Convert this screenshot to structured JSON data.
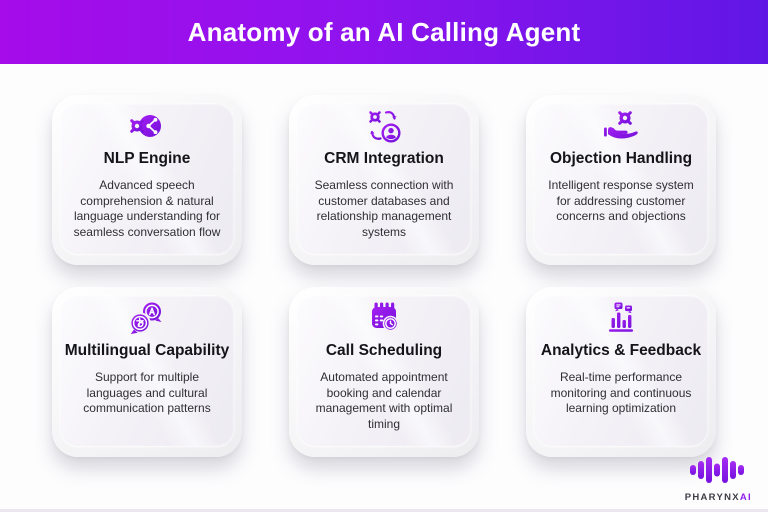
{
  "header": {
    "title": "Anatomy of an AI Calling Agent",
    "gradient": [
      "#a50ce9",
      "#6017e6"
    ]
  },
  "cards": [
    {
      "icon": "nlp-engine-icon",
      "title": "NLP Engine",
      "description": "Advanced speech comprehension & natural language understanding for seamless conversation flow"
    },
    {
      "icon": "crm-integration-icon",
      "title": "CRM Integration",
      "description": "Seamless connection with customer databases and relationship management systems"
    },
    {
      "icon": "objection-handling-icon",
      "title": "Objection Handling",
      "description": "Intelligent response system for addressing customer concerns and objections"
    },
    {
      "icon": "multilingual-icon",
      "title": "Multilingual Capability",
      "description": "Support for multiple languages and cultural communication patterns"
    },
    {
      "icon": "call-scheduling-icon",
      "title": "Call Scheduling",
      "description": "Automated appointment booking and calendar management with optimal timing"
    },
    {
      "icon": "analytics-feedback-icon",
      "title": "Analytics & Feedback",
      "description": "Real-time performance monitoring and continuous learning optimization"
    }
  ],
  "brand": {
    "name": "PHARYNX",
    "suffix": "AI",
    "logo": "equalizer-bars-icon",
    "accent_color": "#9020f0"
  },
  "colors": {
    "icon_purple_start": "#a620f2",
    "icon_purple_end": "#7210da",
    "title_text": "#141419",
    "body_text": "#2e2e34",
    "card_surface": "#f4f2f7"
  }
}
